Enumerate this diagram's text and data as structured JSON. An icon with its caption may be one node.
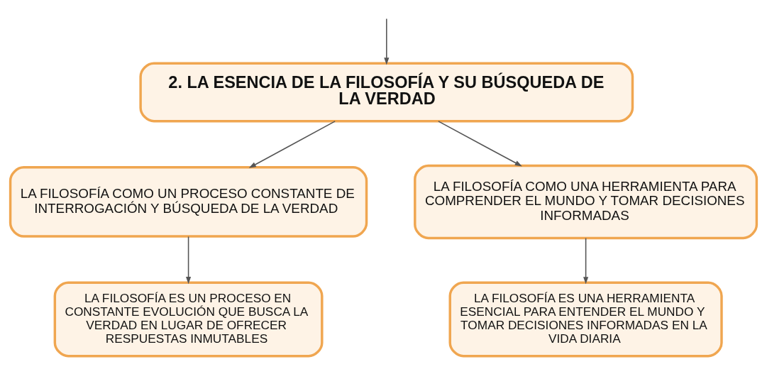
{
  "diagram": {
    "nodes": [
      {
        "text": [
          "2. LA ESENCIA DE LA FILOSOFÍA Y SU BÚSQUEDA DE LA VERDAD"
        ]
      },
      {
        "text": [
          "LA FILOSOFÍA COMO UN PROCESO CONSTANTE DE INTERROGACIÓN Y BÚSQUEDA DE LA VERDAD"
        ]
      },
      {
        "text": [
          "LA FILOSOFÍA COMO UNA HERRAMIENTA PARA COMPRENDER EL MUNDO Y TOMAR DECISIONES INFORMADAS"
        ]
      },
      {
        "text": [
          "LA FILOSOFÍA ES UN PROCESO EN CONSTANTE EVOLUCIÓN QUE BUSCA LA VERDAD EN LUGAR DE OFRECER RESPUESTAS INMUTABLES"
        ]
      },
      {
        "text": [
          "LA FILOSOFÍA ES UNA HERRAMIENTA ESENCIAL PARA ENTENDER EL MUNDO Y TOMAR DECISIONES INFORMADAS EN LA VIDA DIARIA"
        ]
      }
    ],
    "edges": [
      {
        "from": null,
        "to": 0,
        "arrow": "to"
      },
      {
        "from": 0,
        "to": 1,
        "arrow": "to"
      },
      {
        "from": 0,
        "to": 2,
        "arrow": "to"
      },
      {
        "from": 1,
        "to": 3,
        "arrow": "to"
      },
      {
        "from": 2,
        "to": 4,
        "arrow": "to"
      }
    ]
  }
}
